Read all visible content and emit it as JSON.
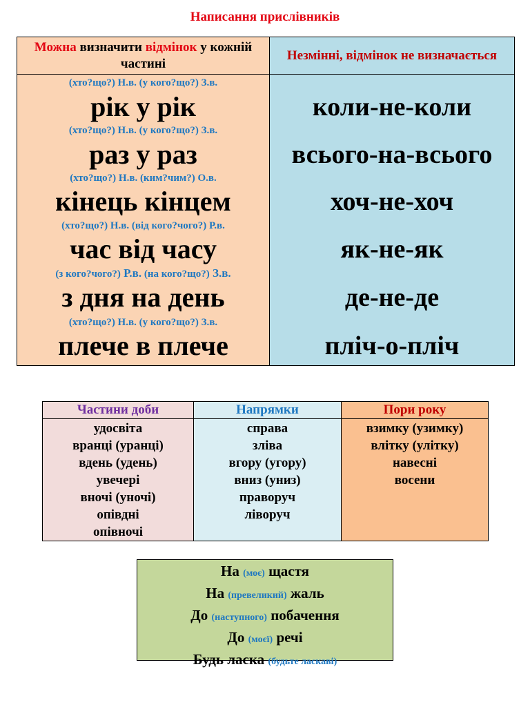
{
  "title": "Написання прислівників",
  "main": {
    "header_left": {
      "part1": "Можна",
      "part2": " визначити ",
      "part3": "відмінок",
      "part4": " у кожній частині"
    },
    "header_right": "Незмінні, відмінок не визначається",
    "left_items": [
      {
        "hint": "(хто?що?) Н.в. (у кого?що?) З.в.",
        "phrase": "рік у рік"
      },
      {
        "hint": "(хто?що?) Н.в. (у кого?що?) З.в.",
        "phrase": "раз у раз"
      },
      {
        "hint": "(хто?що?) Н.в. (ким?чим?) О.в.",
        "phrase": "кінець кінцем"
      },
      {
        "hint": "(хто?що?) Н.в. (від кого?чого?) Р.в.",
        "phrase": "час від часу"
      },
      {
        "hint_a": "(з кого?чого?)",
        "hint_b": " Р.в.",
        "hint_c": " (на кого?що?)",
        "hint_d": " З.в.",
        "phrase": "з дня на день"
      },
      {
        "hint": "(хто?що?) Н.в. (у кого?що?) З.в.",
        "phrase": "плече в плече"
      }
    ],
    "right_items": [
      "коли-не-коли",
      "всього-на-всього",
      "хоч-не-хоч",
      "як-не-як",
      "де-не-де",
      "пліч-о-пліч"
    ]
  },
  "table2": {
    "headers": [
      "Частини доби",
      "Напрямки",
      "Пори року"
    ],
    "col1": [
      "удосвіта",
      "вранці (уранці)",
      "вдень (удень)",
      "увечері",
      "вночі (уночі)",
      "опівдні",
      "опівночі"
    ],
    "col2": [
      "справа",
      "зліва",
      "вгору (угору)",
      "вниз (униз)",
      "праворуч",
      "ліворуч"
    ],
    "col3": [
      "взимку (узимку)",
      "влітку (улітку)",
      "навесні",
      "восени"
    ]
  },
  "green": [
    {
      "a": "На ",
      "note": "(моє)",
      "b": " щастя"
    },
    {
      "a": "На ",
      "note": "(превеликий)",
      "b": " жаль"
    },
    {
      "a": "До ",
      "note": "(наступного)",
      "b": " побачення"
    },
    {
      "a": "До ",
      "note": "(моєї)",
      "b": " речі"
    },
    {
      "a": "Будь ласка ",
      "note": "(будьте ласкаві)",
      "b": ""
    }
  ]
}
